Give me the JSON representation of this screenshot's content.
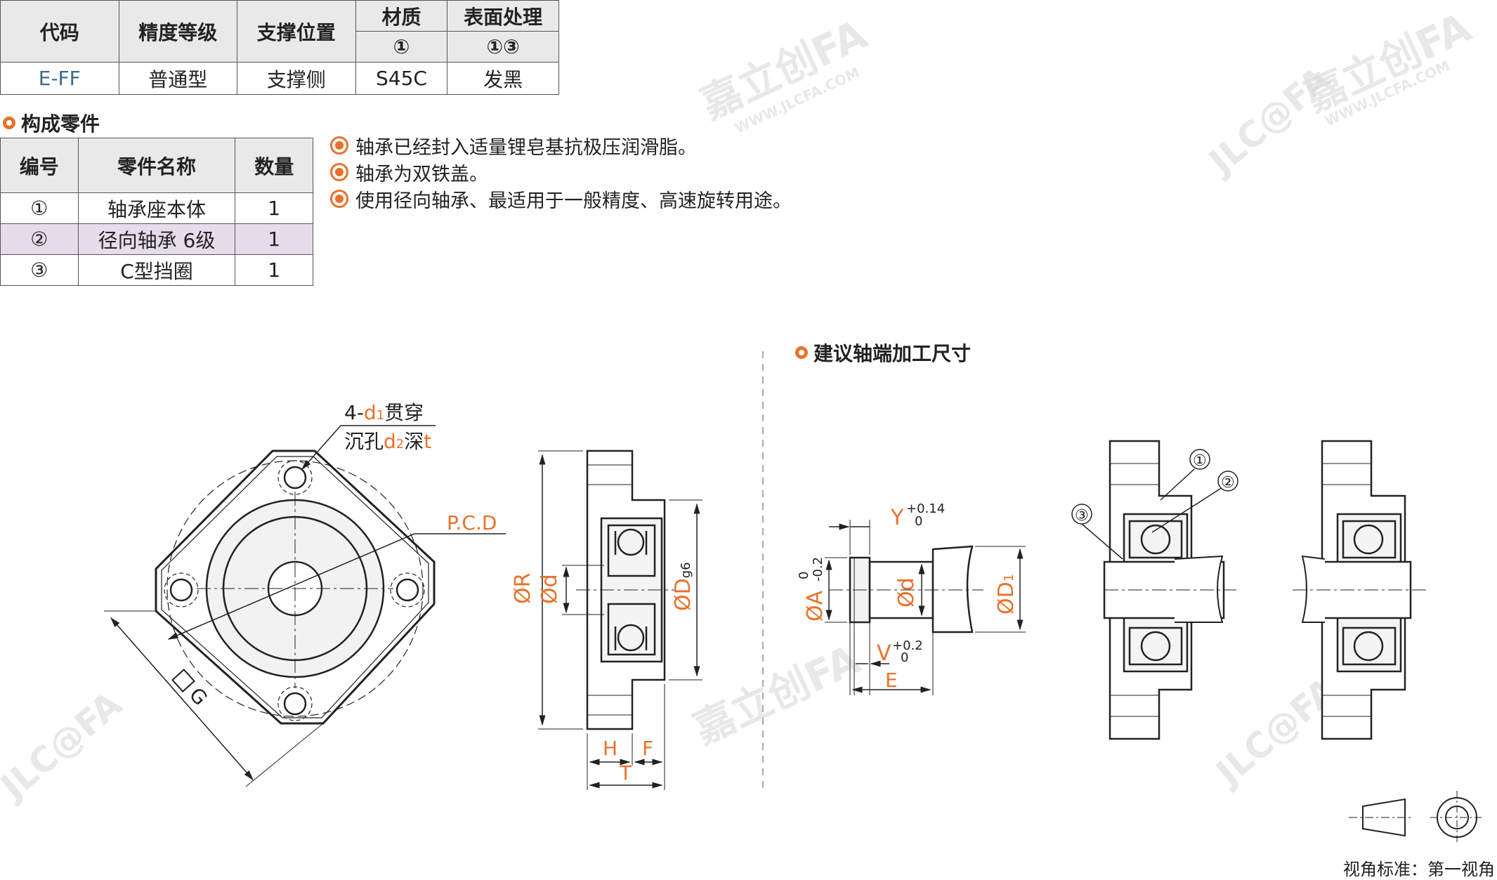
{
  "spec_table": {
    "headers": {
      "code": "代码",
      "grade": "精度等级",
      "position": "支撑位置",
      "material": "材质",
      "surface": "表面处理"
    },
    "subheaders": {
      "material": "①",
      "surface": "①③"
    },
    "row": {
      "code": "E-FF",
      "grade": "普通型",
      "position": "支撑侧",
      "material": "S45C",
      "surface": "发黑"
    }
  },
  "parts_section": {
    "title": "构成零件",
    "headers": {
      "no": "编号",
      "name": "零件名称",
      "qty": "数量"
    },
    "rows": [
      {
        "no": "①",
        "name": "轴承座本体",
        "qty": "1"
      },
      {
        "no": "②",
        "name": "径向轴承 6级",
        "qty": "1"
      },
      {
        "no": "③",
        "name": "C型挡圈",
        "qty": "1"
      }
    ],
    "highlight_color": "#e6dcea"
  },
  "notes": [
    "轴承已经封入适量锂皂基抗极压润滑脂。",
    "轴承为双铁盖。",
    "使用径向轴承、最适用于一般精度、高速旋转用途。"
  ],
  "shaft_section": {
    "title": "建议轴端加工尺寸"
  },
  "drawing_labels": {
    "hole_prefix": "4-",
    "hole_d1": "d",
    "hole_d1_sub": "1",
    "hole_suffix": "贯穿",
    "cb_prefix": "沉孔",
    "cb_d2": "d",
    "cb_d2_sub": "2",
    "cb_mid": "深",
    "cb_t": "t",
    "pcd": "P.C.D",
    "g": "G",
    "r_sym": "Ø",
    "r": "R",
    "d_sym": "Ø",
    "d": "d",
    "D_sym": "Ø",
    "D": "D",
    "D_tol": "g6",
    "H": "H",
    "F": "F",
    "T": "T",
    "Y": "Y",
    "Y_tol_up": "+0.14",
    "Y_tol_low": "0",
    "A_sym": "Ø",
    "A": "A",
    "A_tol_up": "0",
    "A_tol_low": "-0.2",
    "sd_sym": "Ø",
    "sd": "d",
    "D1_sym": "Ø",
    "D1": "D",
    "D1_sub": "1",
    "V": "V",
    "V_tol_up": "+0.2",
    "V_tol_low": "0",
    "E": "E",
    "callout1": "①",
    "callout2": "②",
    "callout3": "③"
  },
  "projection": {
    "label": "视角标准：第一视角"
  },
  "watermark": {
    "brand": "JLC@FA",
    "cn": "嘉立创FA",
    "url": "WWW.JLCFA.COM"
  },
  "colors": {
    "accent": "#e8722b",
    "code_blue": "#3a6a8e"
  }
}
